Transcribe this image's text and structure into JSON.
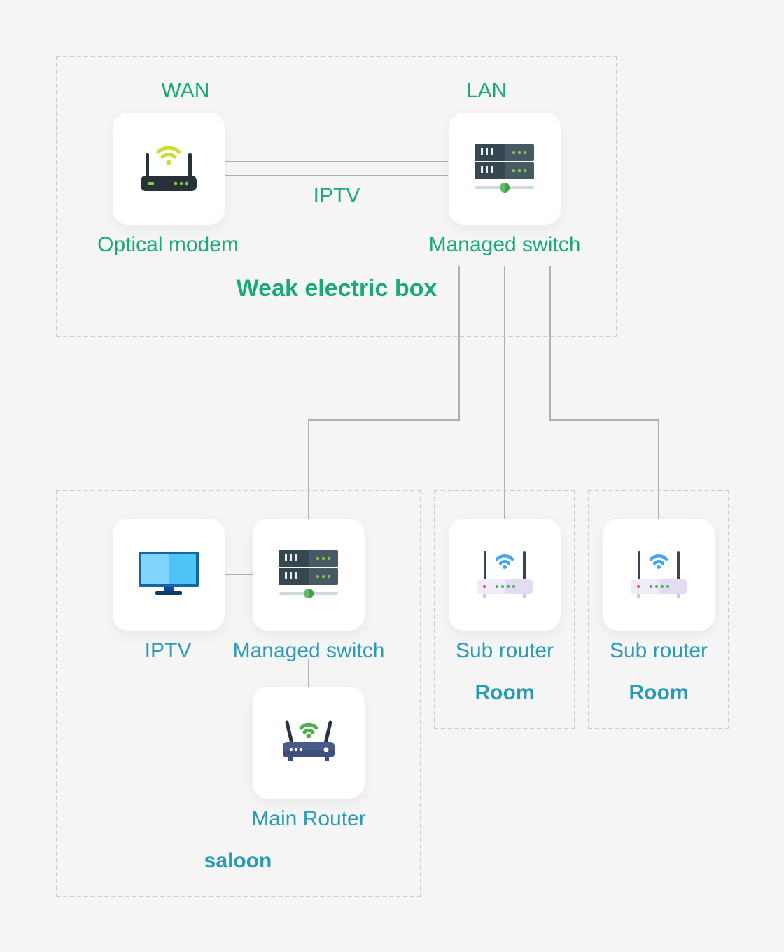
{
  "top_zone": {
    "title": "Weak electric box",
    "wan_label": "WAN",
    "lan_label": "LAN",
    "link_label": "IPTV",
    "modem": {
      "label": "Optical modem",
      "icon": "optical-modem-icon"
    },
    "switch": {
      "label": "Managed switch",
      "icon": "server-switch-icon"
    }
  },
  "saloon": {
    "title": "saloon",
    "iptv": {
      "label": "IPTV",
      "icon": "monitor-icon"
    },
    "switch": {
      "label": "Managed switch",
      "icon": "server-switch-icon"
    },
    "router": {
      "label": "Main Router",
      "icon": "wifi-router-icon"
    }
  },
  "rooms": [
    {
      "device_label": "Sub router",
      "title": "Room",
      "icon": "wifi-router-icon"
    },
    {
      "device_label": "Sub router",
      "title": "Room",
      "icon": "wifi-router-icon"
    }
  ],
  "colors": {
    "green_text": "#1aab73",
    "blue_text": "#2a9bb5",
    "wire": "#b0b0b0",
    "zone_border": "#c9c9c9"
  }
}
